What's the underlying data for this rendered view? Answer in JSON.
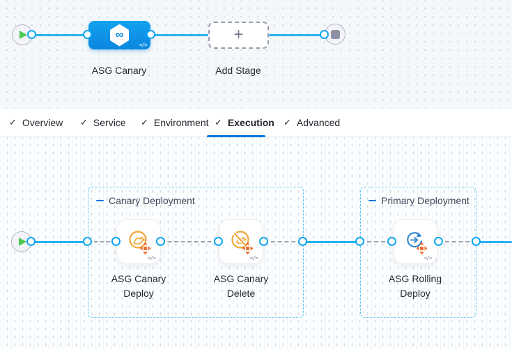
{
  "tabs": {
    "check_glyph": "✓",
    "items": [
      {
        "label": "Overview",
        "checked": true,
        "active": false
      },
      {
        "label": "Service",
        "checked": true,
        "active": false
      },
      {
        "label": "Environment",
        "checked": true,
        "active": false
      },
      {
        "label": "Execution",
        "checked": true,
        "active": true
      },
      {
        "label": "Advanced",
        "checked": true,
        "active": false
      }
    ]
  },
  "stage_canvas": {
    "stage_label": "ASG Canary",
    "stage_icon_glyph": "∞",
    "stage_code_glyph": "</>",
    "add_stage_label": "Add Stage",
    "add_stage_glyph": "+"
  },
  "execution_canvas": {
    "groups": [
      {
        "title": "Canary Deployment",
        "steps": [
          {
            "label": "ASG Canary Deploy",
            "icon": "asg-canary-deploy-icon",
            "code_glyph": "</>"
          },
          {
            "label": "ASG Canary Delete",
            "icon": "asg-canary-delete-icon",
            "code_glyph": "</>"
          }
        ]
      },
      {
        "title": "Primary Deployment",
        "steps": [
          {
            "label": "ASG Rolling Deploy",
            "icon": "asg-rolling-deploy-icon",
            "code_glyph": "</>"
          }
        ]
      }
    ]
  },
  "colors": {
    "accent_blue": "#0278d5",
    "stage_node_blue": "#0b8ce4",
    "connector_cyan": "#2bb1f2",
    "success_green": "#4dc952",
    "step_icon_yellow": "#f0a63a",
    "step_icon_orange": "#ed6f2d",
    "rolling_icon_blue": "#3488cf"
  }
}
